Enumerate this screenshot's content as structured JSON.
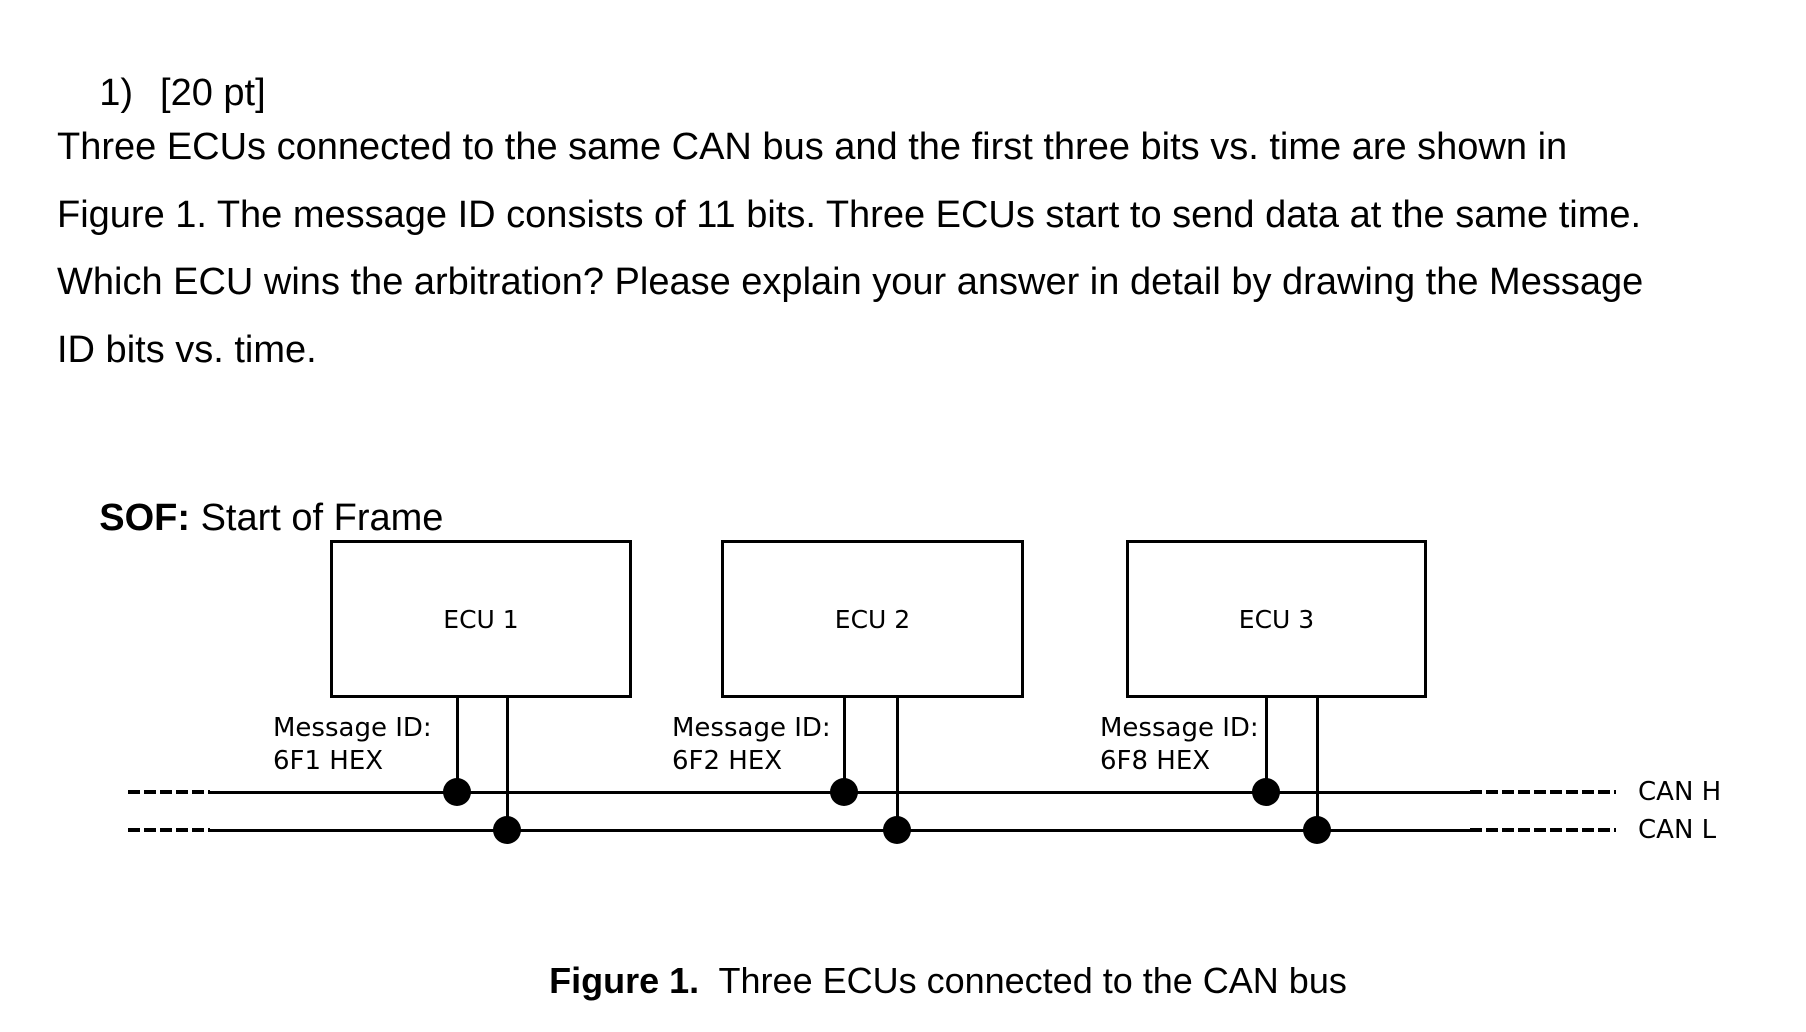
{
  "document": {
    "question_number": "1)",
    "points": "[20 pt]",
    "paragraph_lines": [
      "Three ECUs connected to the same CAN bus and the first three bits vs. time are shown in",
      "Figure 1. The message ID consists of 11 bits. Three ECUs start to send data at the same time.",
      "Which ECU wins the arbitration? Please explain your answer in detail by drawing the Message",
      "ID bits vs. time."
    ],
    "sof": {
      "term": "SOF:",
      "definition": " Start of Frame"
    }
  },
  "figure": {
    "ecus": [
      {
        "name": "ECU 1",
        "message_id_label": "Message ID:",
        "message_id_value": "6F1 HEX"
      },
      {
        "name": "ECU 2",
        "message_id_label": "Message ID:",
        "message_id_value": "6F2 HEX"
      },
      {
        "name": "ECU 3",
        "message_id_label": "Message ID:",
        "message_id_value": "6F8 HEX"
      }
    ],
    "bus_labels": {
      "can_h": "CAN H",
      "can_l": "CAN L"
    },
    "caption": {
      "bold": "Figure 1.",
      "text": "  Three ECUs connected to the CAN bus"
    },
    "colors": {
      "ink": "#000000",
      "background": "#ffffff"
    }
  }
}
